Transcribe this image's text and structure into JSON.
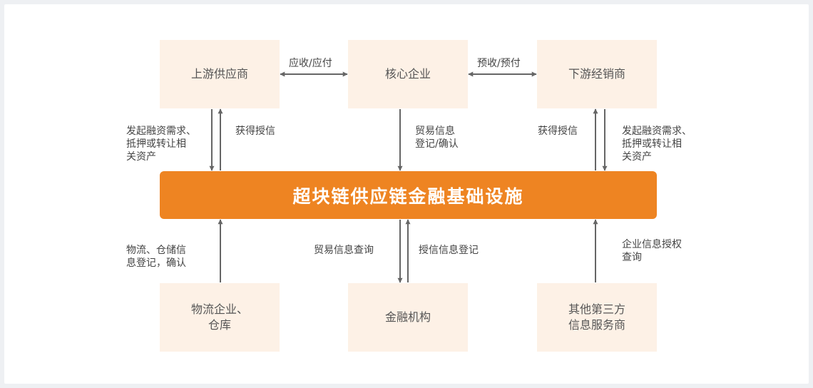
{
  "colors": {
    "box_fill": "#fdf1e6",
    "bar_fill": "#ee8422",
    "arrow": "#666666",
    "text": "#444444"
  },
  "nodes": {
    "upstream": "上游供应商",
    "core": "核心企业",
    "downstream": "下游经销商",
    "logistics_line1": "物流企业、",
    "logistics_line2": "仓库",
    "finance": "金融机构",
    "thirdparty_line1": "其他第三方",
    "thirdparty_line2": "信息服务商"
  },
  "platform": "超块链供应链金融基础设施",
  "edges": {
    "receivable_payable": "应收/应付",
    "prereceive_prepay": "预收/预付",
    "financing_demand_left": [
      "发起融资需求、",
      "抵押或转让相",
      "关资产"
    ],
    "credit_left": "获得授信",
    "trade_register": [
      "贸易信息",
      "登记/确认"
    ],
    "credit_right": "获得授信",
    "financing_demand_right": [
      "发起融资需求、",
      "抵押或转让相",
      "关资产"
    ],
    "logistics_register": [
      "物流、仓储信",
      "息登记，确认"
    ],
    "trade_query": "贸易信息查询",
    "credit_register": "授信信息登记",
    "enterprise_query": [
      "企业信息授权",
      "查询"
    ]
  }
}
